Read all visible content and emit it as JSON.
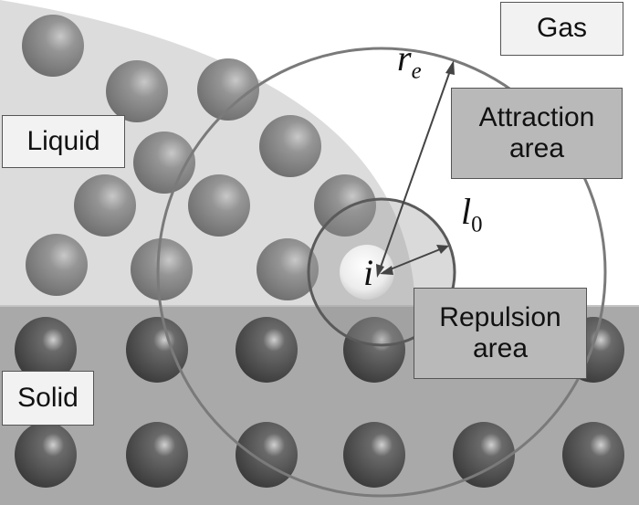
{
  "regions": {
    "gas": "Gas",
    "liquid": "Liquid",
    "solid": "Solid",
    "attraction": [
      "Attraction",
      "area"
    ],
    "repulsion": [
      "Repulsion",
      "area"
    ]
  },
  "symbols": {
    "re_main": "r",
    "re_sub": "e",
    "l0_main": "l",
    "l0_sub": "0",
    "target": "i"
  },
  "colors": {
    "gas_bg": "#ffffff",
    "liquid_bg": "#dcdcdc",
    "solid_bg": "#a9a9a9",
    "liquid_particle": "#8a8a8a",
    "solid_particle": "#555555",
    "circle_stroke": "#777777"
  }
}
